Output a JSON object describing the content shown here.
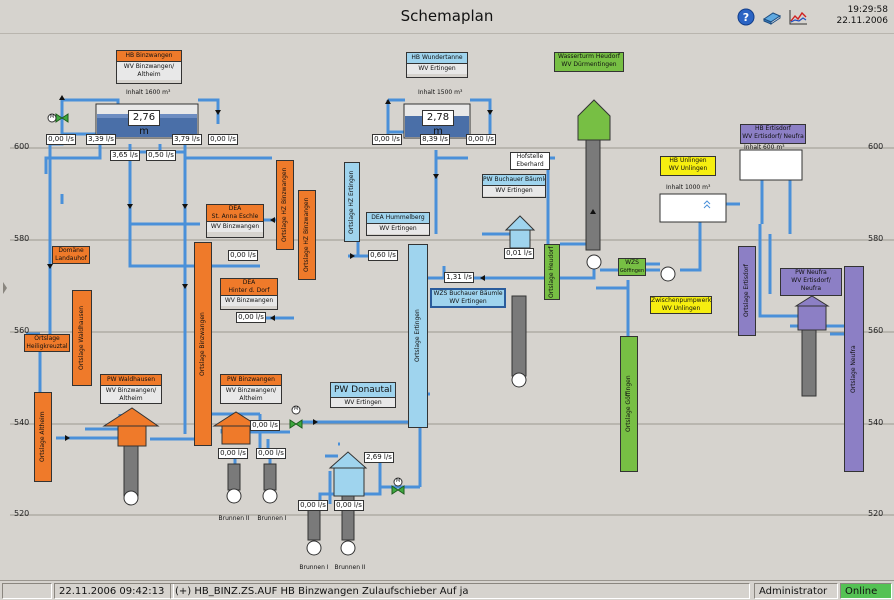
{
  "header": {
    "title": "Schemaplan",
    "time": "19:29:58",
    "date": "22.11.2006",
    "icons": [
      "help-icon",
      "book-icon",
      "trend-chart-icon"
    ]
  },
  "axis": {
    "left_labels": [
      "600",
      "580",
      "560",
      "540",
      "520"
    ],
    "right_labels": [
      "600",
      "580",
      "560",
      "540",
      "520"
    ]
  },
  "boxes": {
    "hb_binzwangen": {
      "title": "HB Binzwangen",
      "sub": "WV Binzwangen/ Altheim"
    },
    "hb_wundertanne": {
      "title": "HB Wundertanne",
      "sub": "WV Ertingen"
    },
    "wasserturm": {
      "title": "Wasserturm Heudorf",
      "sub": "WV Dürmentingen"
    },
    "hb_ertisdorf": {
      "title": "HB Ertisdorf",
      "sub": "WV Ertisdorf/ Neufra"
    },
    "hb_unlingen": {
      "title": "HB Unlingen",
      "sub": "WV Unlingen"
    },
    "dea_eschle": {
      "title": "DEA",
      "title2": "St. Anna Eschle",
      "sub": "WV Binzwangen"
    },
    "dea_hinterdorf": {
      "title": "DEA",
      "title2": "Hinter d. Dorf",
      "sub": "WV Binzwangen"
    },
    "dea_hummelberg": {
      "title": "DEA Hummelberg",
      "sub": "WV Ertingen"
    },
    "hofstelle": {
      "title": "Hofstelle",
      "title2": "Eberhard"
    },
    "pw_buchauer": {
      "title": "PW Buchauer Bäumle",
      "sub": "WV Ertingen"
    },
    "wzs_buchauer": {
      "title": "WZS Buchauer Bäumle",
      "sub": "WV Ertingen"
    },
    "wzs_goeffingen": {
      "title": "WZS",
      "title2": "Göffingen"
    },
    "zwischenpumpwerk": {
      "title": "Zwischenpumpwerk",
      "sub": "WV Unlingen"
    },
    "pw_waldhausen": {
      "title": "PW Waldhausen",
      "sub": "WV Binzwangen/ Altheim"
    },
    "pw_binzwangen": {
      "title": "PW Binzwangen",
      "sub": "WV Binzwangen/ Altheim"
    },
    "pw_donautal": {
      "title": "PW Donautal",
      "sub": "WV Ertingen"
    },
    "pw_neufra": {
      "title": "PW Neufra",
      "sub": "WV Ertisdorf/ Neufra"
    },
    "domaene": {
      "title": "Domäne",
      "title2": "Landauhof"
    },
    "ortslage_heiligkreuztal": {
      "title": "Ortslage",
      "title2": "Heiligkreuztal"
    }
  },
  "vertical_labels": {
    "hz_binzwangen_1": "Ortslage HZ Binzwangen",
    "hz_binzwangen_2": "Ortslage HZ Binzwangen",
    "hz_ertingen": "Ortslage HZ Ertingen",
    "ortslage_binzwangen": "Ortslage Binzwangen",
    "ortslage_waldhausen": "Ortslage Waldhausen",
    "ortslage_altheim": "Ortslage Altheim",
    "ortslage_ertingen": "Ortslage Ertingen",
    "ortslage_heudorf": "Ortslage Heudorf",
    "ortslage_goeffingen": "Ortslage Göffingen",
    "ortslage_ertisdorf": "Ortslage Ertisdorf",
    "ortslage_neufra": "Ortslage Neufra"
  },
  "tanks": {
    "binzwangen": {
      "capacity": "Inhalt 1600 m³",
      "level": "2,76 m"
    },
    "wundertanne": {
      "capacity": "Inhalt 1500 m³",
      "level": "2,78 m"
    },
    "ertisdorf": {
      "capacity": "Inhalt 600 m³"
    },
    "unlingen": {
      "capacity": "Inhalt 1000 m³"
    }
  },
  "flows": {
    "b_left": "0,00 l/s",
    "b_339": "3,39 l/s",
    "b_379": "3,79 l/s",
    "b_right": "0,00 l/s",
    "b_365": "3,65 l/s",
    "b_050": "0,50 l/s",
    "w_left": "0,00 l/s",
    "w_839": "8,39 l/s",
    "w_right": "0,00 l/s",
    "dea1": "0,00 l/s",
    "dea2": "0,00 l/s",
    "hummel": "0,60 l/s",
    "buchauer": "0,01 l/s",
    "main131": "1,31 l/s",
    "binz_a": "0,00 l/s",
    "binz_b": "0,00 l/s",
    "binz_c": "0,00 l/s",
    "donau269": "2,69 l/s",
    "donau_a": "0,00 l/s",
    "donau_b": "0,00 l/s"
  },
  "wells": {
    "b2": "Brunnen II",
    "b1": "Brunnen I",
    "d1": "Brunnen I",
    "d2": "Brunnen II"
  },
  "valve_label": "M",
  "status": {
    "datetime": "22.11.2006  09:42:13",
    "message": "(+)  HB_BINZ.ZS.AUF  HB Binzwangen  Zulaufschieber Auf  ja",
    "user": "Administrator",
    "connection": "Online"
  },
  "colors": {
    "background": "#d6d3ce",
    "pipe": "#4a90d9",
    "orange": "#ef7a2a",
    "light_blue": "#9fd4ee",
    "green": "#77bf44",
    "purple": "#8c7fc5",
    "yellow": "#f6ee10",
    "online": "#54c254"
  }
}
